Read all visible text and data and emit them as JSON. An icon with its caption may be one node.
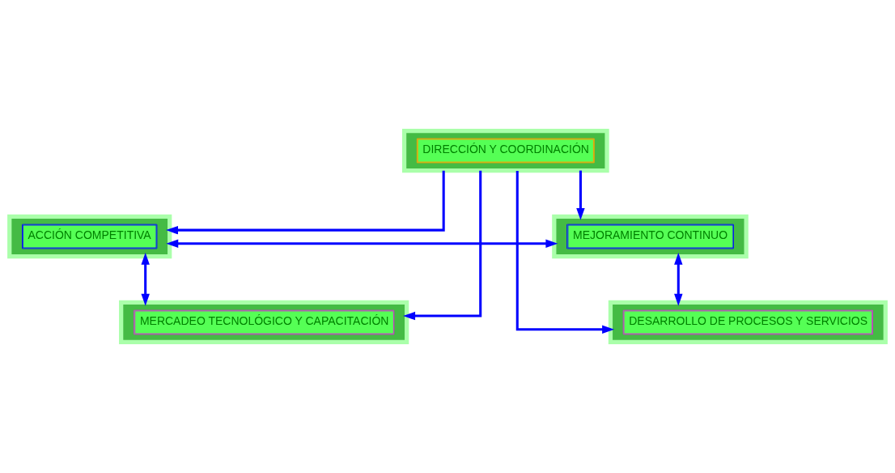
{
  "diagram": {
    "nodes": [
      {
        "text": [
          "DIRECCIÓN Y COORDINACIÓN"
        ]
      },
      {
        "text": [
          "ACCIÓN COMPETITIVA"
        ]
      },
      {
        "text": [
          "MEJORAMIENTO CONTINUO"
        ]
      },
      {
        "text": [
          "MERCADEO TECNOLÓGICO Y CAPACITACIÓN"
        ]
      },
      {
        "text": [
          "DESARROLLO DE PROCESOS Y SERVICIOS"
        ]
      }
    ],
    "edges": [
      {
        "from": 0,
        "to": 1,
        "arrow": "to"
      },
      {
        "from": 0,
        "to": 2,
        "arrow": "to"
      },
      {
        "from": 0,
        "to": 3,
        "arrow": "to"
      },
      {
        "from": 0,
        "to": 4,
        "arrow": "to"
      },
      {
        "from": 1,
        "to": 3,
        "arrow": "both"
      },
      {
        "from": 2,
        "to": 4,
        "arrow": "both"
      },
      {
        "from": 1,
        "to": 2,
        "arrow": "both"
      }
    ]
  }
}
